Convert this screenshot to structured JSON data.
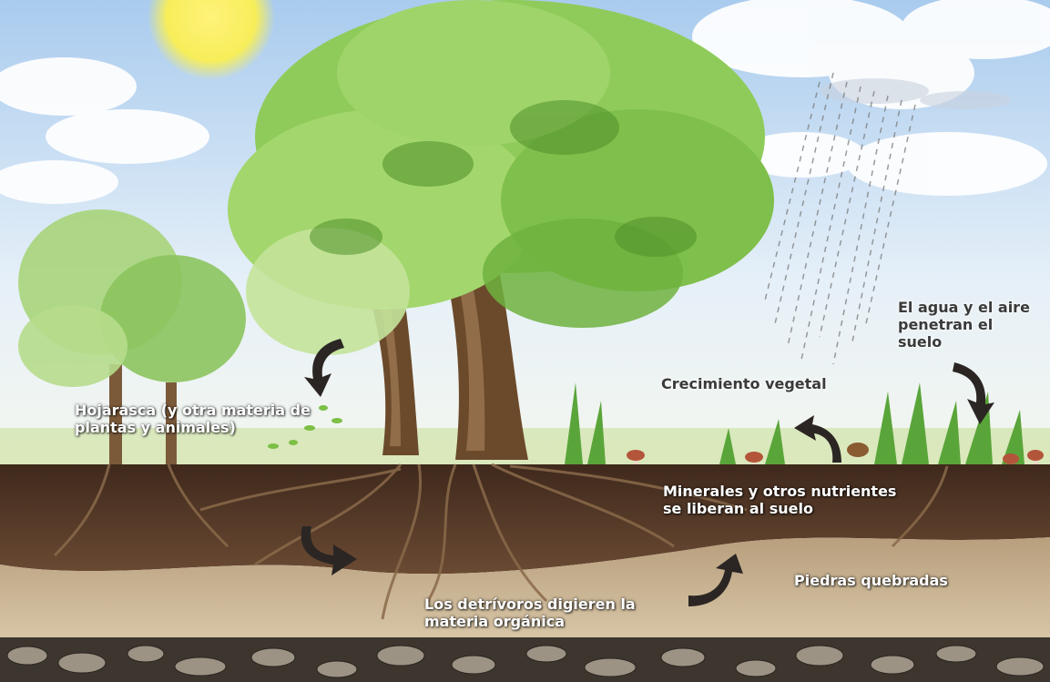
{
  "labels": {
    "hojarasca": [
      "Hojarasca (y otra materia de",
      "plantas y animales)"
    ],
    "crecimiento": "Crecimiento vegetal",
    "agua_aire": [
      "El agua y el aire",
      "penetran el",
      "suelo"
    ],
    "minerales": [
      "Minerales y otros nutrientes",
      "se liberan al suelo"
    ],
    "piedras": "Piedras quebradas",
    "detrivoros": [
      "Los detrívoros digieren la",
      "materia orgánica"
    ]
  },
  "colors": {
    "sky": "#cfe3f5",
    "sun": "#f7ef5a",
    "foliage_light": "#9fd06a",
    "foliage_dark": "#5a9a2e",
    "trunk": "#6b4a2b",
    "topsoil": "#4a3022",
    "subsoil": "#c9b18f",
    "rock_layer": "#8c8274",
    "arrow": "#2b2623"
  }
}
